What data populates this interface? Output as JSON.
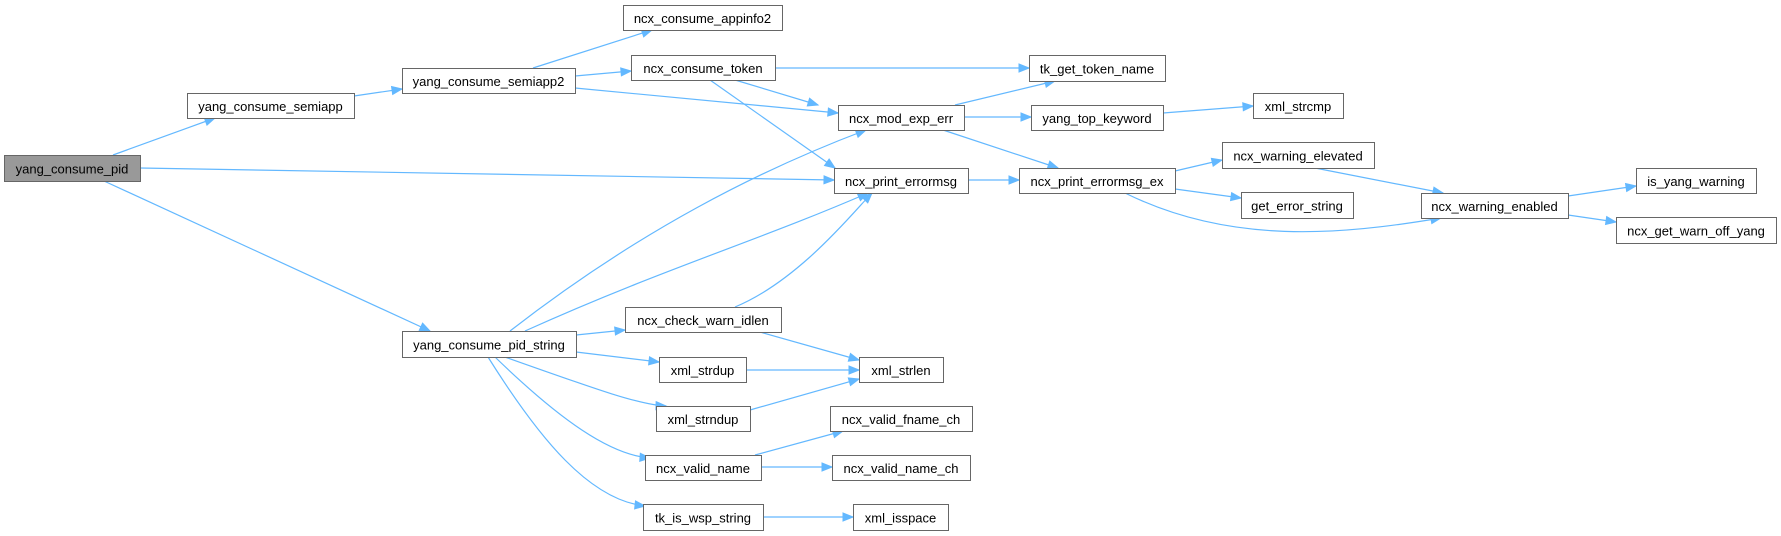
{
  "diagram": {
    "type": "call-graph",
    "root": "yang_consume_pid",
    "colors": {
      "edge": "#63b8ff",
      "node_fill": "#ffffff",
      "node_border": "#666666",
      "root_fill": "#999999"
    },
    "nodes": [
      {
        "id": "yang_consume_pid",
        "label": "yang_consume_pid",
        "root": true
      },
      {
        "id": "yang_consume_semiapp",
        "label": "yang_consume_semiapp"
      },
      {
        "id": "yang_consume_semiapp2",
        "label": "yang_consume_semiapp2"
      },
      {
        "id": "ncx_consume_appinfo2",
        "label": "ncx_consume_appinfo2"
      },
      {
        "id": "ncx_consume_token",
        "label": "ncx_consume_token"
      },
      {
        "id": "tk_get_token_name",
        "label": "tk_get_token_name"
      },
      {
        "id": "ncx_mod_exp_err",
        "label": "ncx_mod_exp_err"
      },
      {
        "id": "yang_top_keyword",
        "label": "yang_top_keyword"
      },
      {
        "id": "xml_strcmp",
        "label": "xml_strcmp"
      },
      {
        "id": "ncx_print_errormsg",
        "label": "ncx_print_errormsg"
      },
      {
        "id": "ncx_print_errormsg_ex",
        "label": "ncx_print_errormsg_ex"
      },
      {
        "id": "ncx_warning_elevated",
        "label": "ncx_warning_elevated"
      },
      {
        "id": "get_error_string",
        "label": "get_error_string"
      },
      {
        "id": "ncx_warning_enabled",
        "label": "ncx_warning_enabled"
      },
      {
        "id": "is_yang_warning",
        "label": "is_yang_warning"
      },
      {
        "id": "ncx_get_warn_off_yang",
        "label": "ncx_get_warn_off_yang"
      },
      {
        "id": "yang_consume_pid_string",
        "label": "yang_consume_pid_string"
      },
      {
        "id": "ncx_check_warn_idlen",
        "label": "ncx_check_warn_idlen"
      },
      {
        "id": "xml_strlen",
        "label": "xml_strlen"
      },
      {
        "id": "xml_strdup",
        "label": "xml_strdup"
      },
      {
        "id": "xml_strndup",
        "label": "xml_strndup"
      },
      {
        "id": "ncx_valid_name",
        "label": "ncx_valid_name"
      },
      {
        "id": "ncx_valid_fname_ch",
        "label": "ncx_valid_fname_ch"
      },
      {
        "id": "ncx_valid_name_ch",
        "label": "ncx_valid_name_ch"
      },
      {
        "id": "tk_is_wsp_string",
        "label": "tk_is_wsp_string"
      },
      {
        "id": "xml_isspace",
        "label": "xml_isspace"
      }
    ],
    "edges": [
      {
        "from": "yang_consume_pid",
        "to": "yang_consume_semiapp"
      },
      {
        "from": "yang_consume_pid",
        "to": "ncx_print_errormsg"
      },
      {
        "from": "yang_consume_pid",
        "to": "yang_consume_pid_string"
      },
      {
        "from": "yang_consume_semiapp",
        "to": "yang_consume_semiapp2"
      },
      {
        "from": "yang_consume_semiapp2",
        "to": "ncx_consume_appinfo2"
      },
      {
        "from": "yang_consume_semiapp2",
        "to": "ncx_consume_token"
      },
      {
        "from": "yang_consume_semiapp2",
        "to": "ncx_mod_exp_err"
      },
      {
        "from": "ncx_consume_token",
        "to": "tk_get_token_name"
      },
      {
        "from": "ncx_consume_token",
        "to": "ncx_mod_exp_err"
      },
      {
        "from": "ncx_consume_token",
        "to": "ncx_print_errormsg"
      },
      {
        "from": "ncx_mod_exp_err",
        "to": "tk_get_token_name"
      },
      {
        "from": "ncx_mod_exp_err",
        "to": "yang_top_keyword"
      },
      {
        "from": "ncx_mod_exp_err",
        "to": "ncx_print_errormsg_ex"
      },
      {
        "from": "yang_top_keyword",
        "to": "xml_strcmp"
      },
      {
        "from": "ncx_print_errormsg",
        "to": "ncx_print_errormsg_ex"
      },
      {
        "from": "ncx_print_errormsg_ex",
        "to": "ncx_warning_elevated"
      },
      {
        "from": "ncx_print_errormsg_ex",
        "to": "get_error_string"
      },
      {
        "from": "ncx_print_errormsg_ex",
        "to": "ncx_warning_enabled"
      },
      {
        "from": "ncx_warning_elevated",
        "to": "ncx_warning_enabled"
      },
      {
        "from": "ncx_warning_enabled",
        "to": "is_yang_warning"
      },
      {
        "from": "ncx_warning_enabled",
        "to": "ncx_get_warn_off_yang"
      },
      {
        "from": "yang_consume_pid_string",
        "to": "ncx_mod_exp_err"
      },
      {
        "from": "yang_consume_pid_string",
        "to": "ncx_print_errormsg"
      },
      {
        "from": "yang_consume_pid_string",
        "to": "ncx_check_warn_idlen"
      },
      {
        "from": "yang_consume_pid_string",
        "to": "xml_strdup"
      },
      {
        "from": "yang_consume_pid_string",
        "to": "xml_strndup"
      },
      {
        "from": "yang_consume_pid_string",
        "to": "ncx_valid_name"
      },
      {
        "from": "yang_consume_pid_string",
        "to": "tk_is_wsp_string"
      },
      {
        "from": "ncx_check_warn_idlen",
        "to": "ncx_print_errormsg"
      },
      {
        "from": "ncx_check_warn_idlen",
        "to": "xml_strlen"
      },
      {
        "from": "xml_strdup",
        "to": "xml_strlen"
      },
      {
        "from": "xml_strndup",
        "to": "xml_strlen"
      },
      {
        "from": "ncx_valid_name",
        "to": "ncx_valid_fname_ch"
      },
      {
        "from": "ncx_valid_name",
        "to": "ncx_valid_name_ch"
      },
      {
        "from": "tk_is_wsp_string",
        "to": "xml_isspace"
      }
    ]
  }
}
